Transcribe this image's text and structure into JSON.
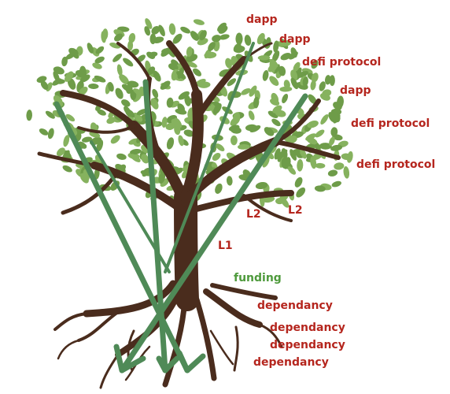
{
  "colors": {
    "trunk": "#4a2c1d",
    "leaf": "#6e9c49",
    "leaf_light": "#86b25e",
    "arrow": "#4f8a57",
    "label_red": "#b5261e",
    "label_green": "#4e9a3c"
  },
  "image": {
    "subject": "tree-with-roots-and-leaves"
  },
  "labels": {
    "dapp_1": "dapp",
    "dapp_2": "dapp",
    "defi_1": "defi protocol",
    "dapp_3": "dapp",
    "defi_2": "defi protocol",
    "defi_3": "defi protocol",
    "l2_1": "L2",
    "l2_2": "L2",
    "l1": "L1",
    "funding": "funding",
    "dep_1": "dependancy",
    "dep_2": "dependancy",
    "dep_3": "dependancy",
    "dep_4": "dependancy"
  }
}
